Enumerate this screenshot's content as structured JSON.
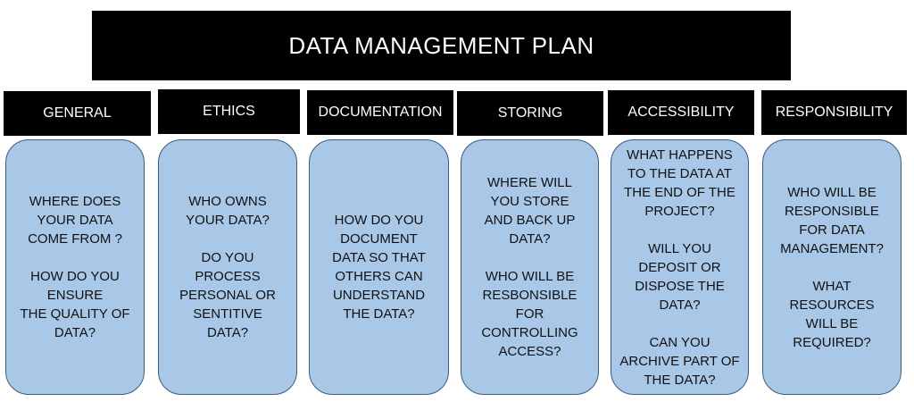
{
  "title": "DATA MANAGEMENT PLAN",
  "columns": [
    {
      "header": "GENERAL",
      "questions": [
        "WHERE DOES\nYOUR DATA\nCOME FROM ?",
        "HOW DO YOU\nENSURE\nTHE QUALITY OF\nDATA?"
      ]
    },
    {
      "header": "ETHICS",
      "questions": [
        "WHO OWNS\nYOUR DATA?",
        "DO YOU\nPROCESS\nPERSONAL OR\nSENTITIVE\nDATA?"
      ]
    },
    {
      "header": "DOCUMENTATION",
      "questions": [
        "HOW DO YOU\nDOCUMENT\nDATA SO THAT\nOTHERS CAN\nUNDERSTAND\nTHE DATA?"
      ]
    },
    {
      "header": "STORING",
      "questions": [
        "WHERE WILL\nYOU  STORE\nAND BACK UP\nDATA?",
        "WHO WILL BE\nRESBONSIBLE\nFOR\nCONTROLLING\nACCESS?"
      ]
    },
    {
      "header": "ACCESSIBILITY",
      "questions": [
        "WHAT HAPPENS\nTO THE DATA AT\nTHE END OF THE\nPROJECT?",
        "WILL YOU\nDEPOSIT OR\nDISPOSE THE\nDATA?",
        "CAN YOU\nARCHIVE PART OF\nTHE DATA?"
      ]
    },
    {
      "header": "RESPONSIBILITY",
      "questions": [
        "WHO WILL BE\nRESPONSIBLE\nFOR DATA\nMANAGEMENT?",
        "WHAT\nRESOURCES\nWILL BE\nREQUIRED?"
      ]
    }
  ]
}
